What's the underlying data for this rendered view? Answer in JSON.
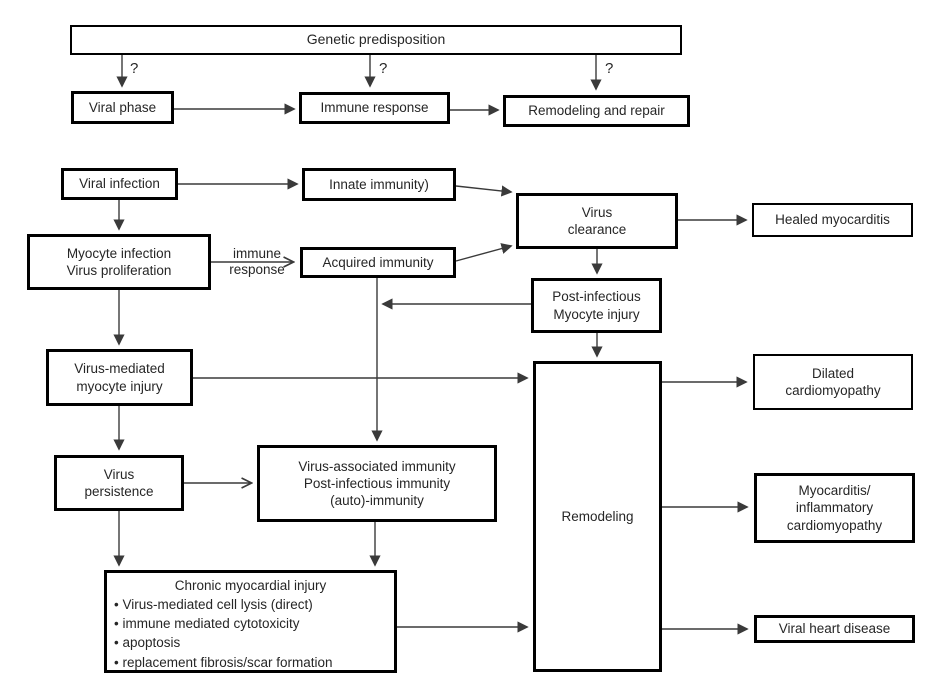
{
  "boxes": {
    "genetic_predisposition": "Genetic predisposition",
    "viral_phase": "Viral phase",
    "immune_response": "Immune response",
    "remodeling_and_repair": "Remodeling and repair",
    "viral_infection": "Viral infection",
    "innate_immunity": "Innate immunity)",
    "myocyte_infection": "Myocyte infection\nVirus proliferation",
    "acquired_immunity": "Acquired immunity",
    "virus_clearance": "Virus\nclearance",
    "healed_myocarditis": "Healed myocarditis",
    "post_infectious": "Post-infectious\nMyocyte injury",
    "virus_mediated": "Virus-mediated\nmyocyte injury",
    "virus_persistence": "Virus\npersistence",
    "virus_associated": "Virus-associated immunity\nPost-infectious immunity\n(auto)-immunity",
    "chronic_title": "Chronic myocardial injury",
    "chronic_bullets": "• Virus-mediated cell lysis (direct)\n• immune mediated cytotoxicity\n• apoptosis\n• replacement fibrosis/scar formation",
    "remodeling": "Remodeling",
    "dilated_cardiomyopathy": "Dilated\ncardiomyopathy",
    "myocarditis_inflammatory": "Myocarditis/\ninflammatory\ncardiomyopathy",
    "viral_heart_disease": "Viral heart disease"
  },
  "edge_labels": {
    "q1": "?",
    "q2": "?",
    "q3": "?",
    "immune_response": "immune\nresponse"
  },
  "colors": {
    "background": "#ffffff",
    "box_border": "#000000",
    "text": "#262626",
    "connector": "#3a3a3a"
  }
}
